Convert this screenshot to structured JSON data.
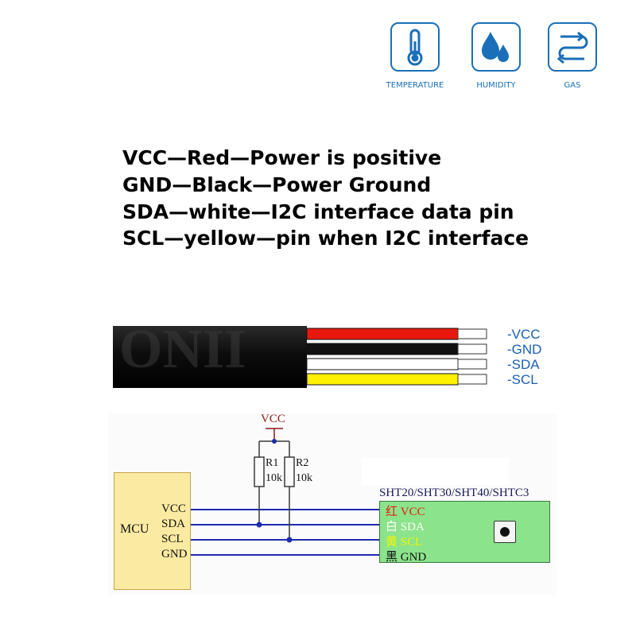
{
  "features": [
    {
      "label": "TEMPERATURE",
      "icon": "thermometer-icon"
    },
    {
      "label": "HUMIDITY",
      "icon": "water-drops-icon"
    },
    {
      "label": "GAS",
      "icon": "gas-flow-icon"
    }
  ],
  "description": [
    "VCC—Red—Power is positive",
    "GND—Black—Power Ground",
    "SDA—white—I2C interface data pin",
    "SCL—yellow—pin when I2C interface"
  ],
  "cable": {
    "watermark": "ONII",
    "wires": [
      {
        "label": "-VCC",
        "color": "#e8190c"
      },
      {
        "label": "-GND",
        "color": "#111111"
      },
      {
        "label": "-SDA",
        "color": "#ffffff"
      },
      {
        "label": "-SCL",
        "color": "#fff000"
      }
    ]
  },
  "schematic": {
    "mcu_label": "MCU",
    "mcu_pins": [
      "VCC",
      "SDA",
      "SCL",
      "GND"
    ],
    "vcc_label": "VCC",
    "resistors": [
      {
        "name": "R1",
        "value": "10k"
      },
      {
        "name": "R2",
        "value": "10k"
      }
    ],
    "sensor_title": "SHT20/SHT30/SHT40/SHTC3",
    "sensor_pins": [
      {
        "cn": "红",
        "name": "VCC",
        "color": "#e8190c"
      },
      {
        "cn": "白",
        "name": "SDA",
        "color": "#ffffff"
      },
      {
        "cn": "黄",
        "name": "SCL",
        "color": "#f5f500"
      },
      {
        "cn": "黑",
        "name": "GND",
        "color": "#111111"
      }
    ],
    "wire_color": "#1c2bb0"
  }
}
